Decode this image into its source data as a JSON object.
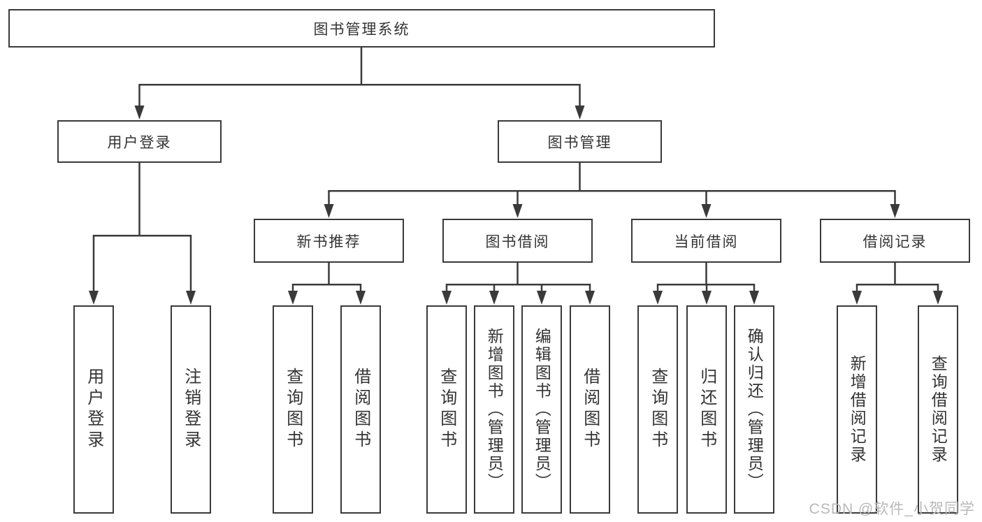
{
  "diagram": {
    "root": {
      "label": "图书管理系统"
    },
    "children": [
      {
        "label": "用户登录",
        "children": [
          {
            "label": "用户登录"
          },
          {
            "label": "注销登录"
          }
        ]
      },
      {
        "label": "图书管理",
        "children": [
          {
            "label": "新书推荐",
            "children": [
              {
                "label": "查询图书"
              },
              {
                "label": "借阅图书"
              }
            ]
          },
          {
            "label": "图书借阅",
            "children": [
              {
                "label": "查询图书"
              },
              {
                "label": "新增图书（管理员）"
              },
              {
                "label": "编辑图书（管理员）"
              },
              {
                "label": "借阅图书"
              }
            ]
          },
          {
            "label": "当前借阅",
            "children": [
              {
                "label": "查询图书"
              },
              {
                "label": "归还图书"
              },
              {
                "label": "确认归还（管理员）"
              }
            ]
          },
          {
            "label": "借阅记录",
            "children": [
              {
                "label": "新增借阅记录"
              },
              {
                "label": "查询借阅记录"
              }
            ]
          }
        ]
      }
    ]
  },
  "watermark": "CSDN @软件_小贺同学",
  "colors": {
    "line": "#3a3a3a",
    "text": "#333333",
    "background": "#ffffff",
    "watermark": "#b9b9b9"
  }
}
